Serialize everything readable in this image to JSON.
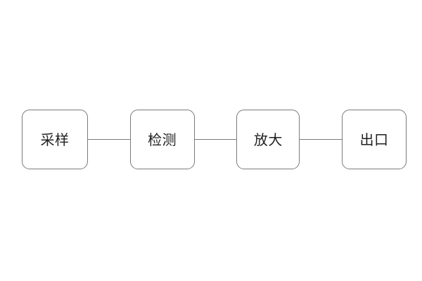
{
  "diagram": {
    "type": "horizontal-flow-chain",
    "background_color": "#ffffff",
    "node_border_color": "#7a7a7a",
    "connector_color": "#7a7a7a",
    "label_color": "#1f1f1f",
    "nodes": [
      {
        "id": "sampling",
        "label": "采样"
      },
      {
        "id": "detection",
        "label": "检测"
      },
      {
        "id": "amplification",
        "label": "放大"
      },
      {
        "id": "outlet",
        "label": "出口"
      }
    ],
    "connectors": [
      {
        "from": "sampling",
        "to": "detection"
      },
      {
        "from": "detection",
        "to": "amplification"
      },
      {
        "from": "amplification",
        "to": "outlet"
      }
    ]
  }
}
